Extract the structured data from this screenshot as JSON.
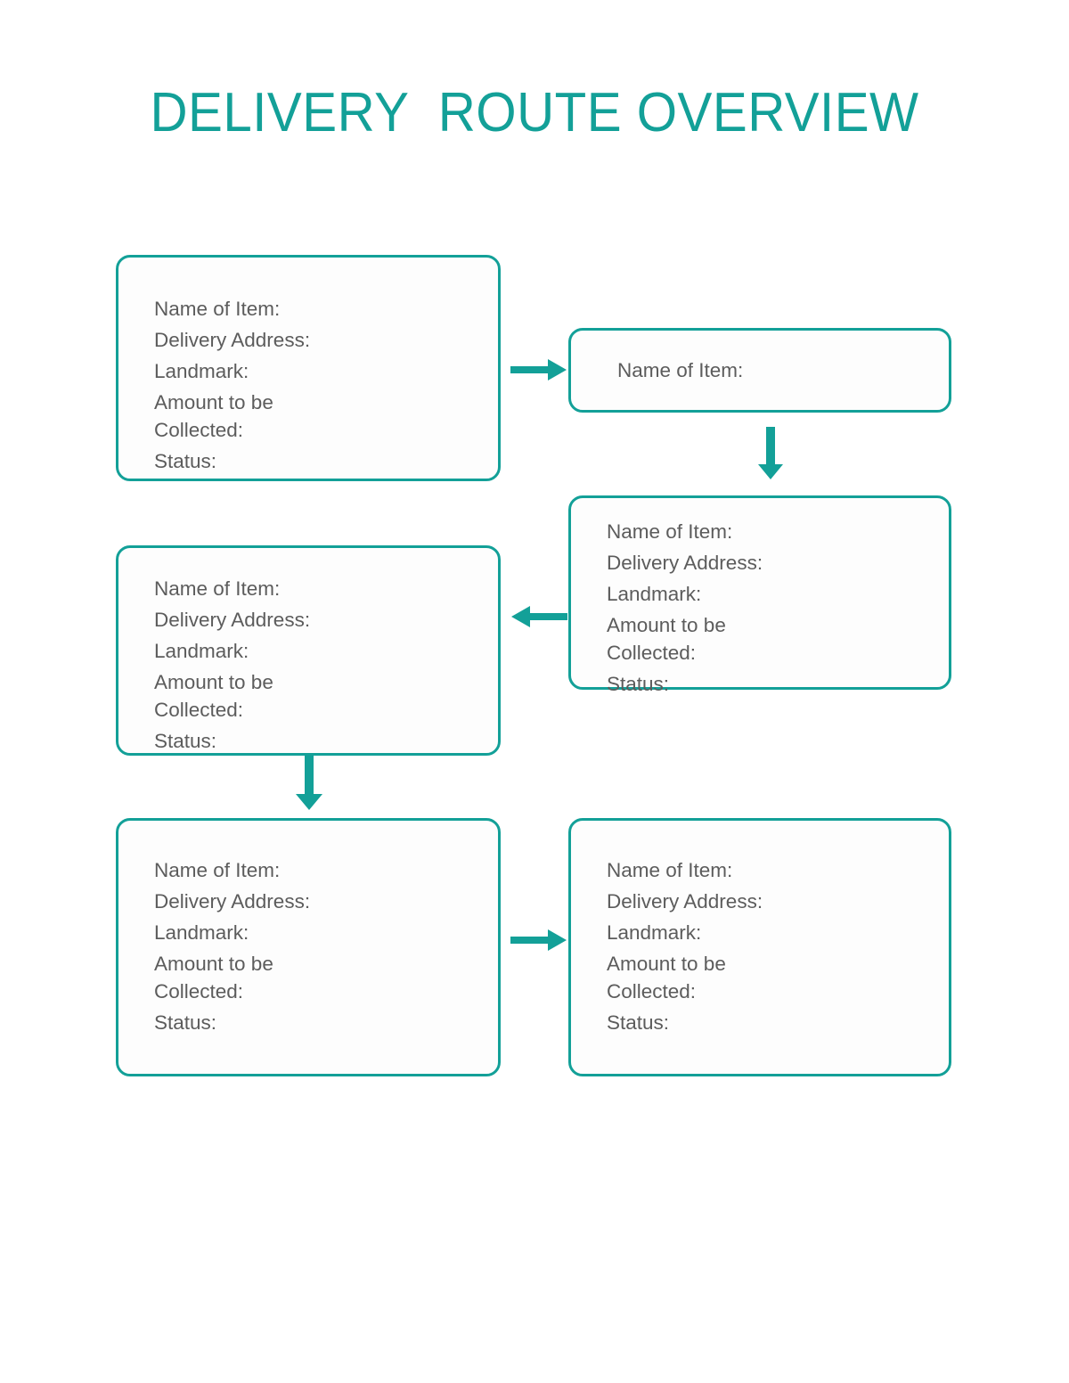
{
  "document": {
    "title": "DELIVERY  ROUTE OVERVIEW",
    "title_color": "#13a098",
    "background_color": "#ffffff"
  },
  "theme": {
    "accent": "#13a098",
    "node_border": "#13a098",
    "node_fill": "#fdfdfd",
    "text": "#5c5c5c",
    "arrow": "#13a098"
  },
  "flow": {
    "nodes": [
      {
        "id": "node-1",
        "fields": [
          "Name of Item:",
          "Delivery Address:",
          "Landmark:",
          "Amount to be\nCollected:",
          "Status:"
        ]
      },
      {
        "id": "node-2",
        "fields": [
          "Name of Item:"
        ]
      },
      {
        "id": "node-3",
        "fields": [
          "Name of Item:",
          "Delivery Address:",
          "Landmark:",
          "Amount to be\nCollected:",
          "Status:"
        ]
      },
      {
        "id": "node-4",
        "fields": [
          "Name of Item:",
          "Delivery Address:",
          "Landmark:",
          "Amount to be\nCollected:",
          "Status:"
        ]
      },
      {
        "id": "node-5",
        "fields": [
          "Name of Item:",
          "Delivery Address:",
          "Landmark:",
          "Amount to be\nCollected:",
          "Status:"
        ]
      },
      {
        "id": "node-6",
        "fields": [
          "Name of Item:",
          "Delivery Address:",
          "Landmark:",
          "Amount to be\nCollected:",
          "Status:"
        ]
      }
    ],
    "connectors": [
      {
        "id": "arrow-1-2",
        "from": "node-1",
        "to": "node-2",
        "direction": "right"
      },
      {
        "id": "arrow-2-4",
        "from": "node-2",
        "to": "node-4",
        "direction": "down"
      },
      {
        "id": "arrow-4-3",
        "from": "node-4",
        "to": "node-3",
        "direction": "left"
      },
      {
        "id": "arrow-3-5",
        "from": "node-3",
        "to": "node-5",
        "direction": "down"
      },
      {
        "id": "arrow-5-6",
        "from": "node-5",
        "to": "node-6",
        "direction": "right"
      }
    ]
  }
}
